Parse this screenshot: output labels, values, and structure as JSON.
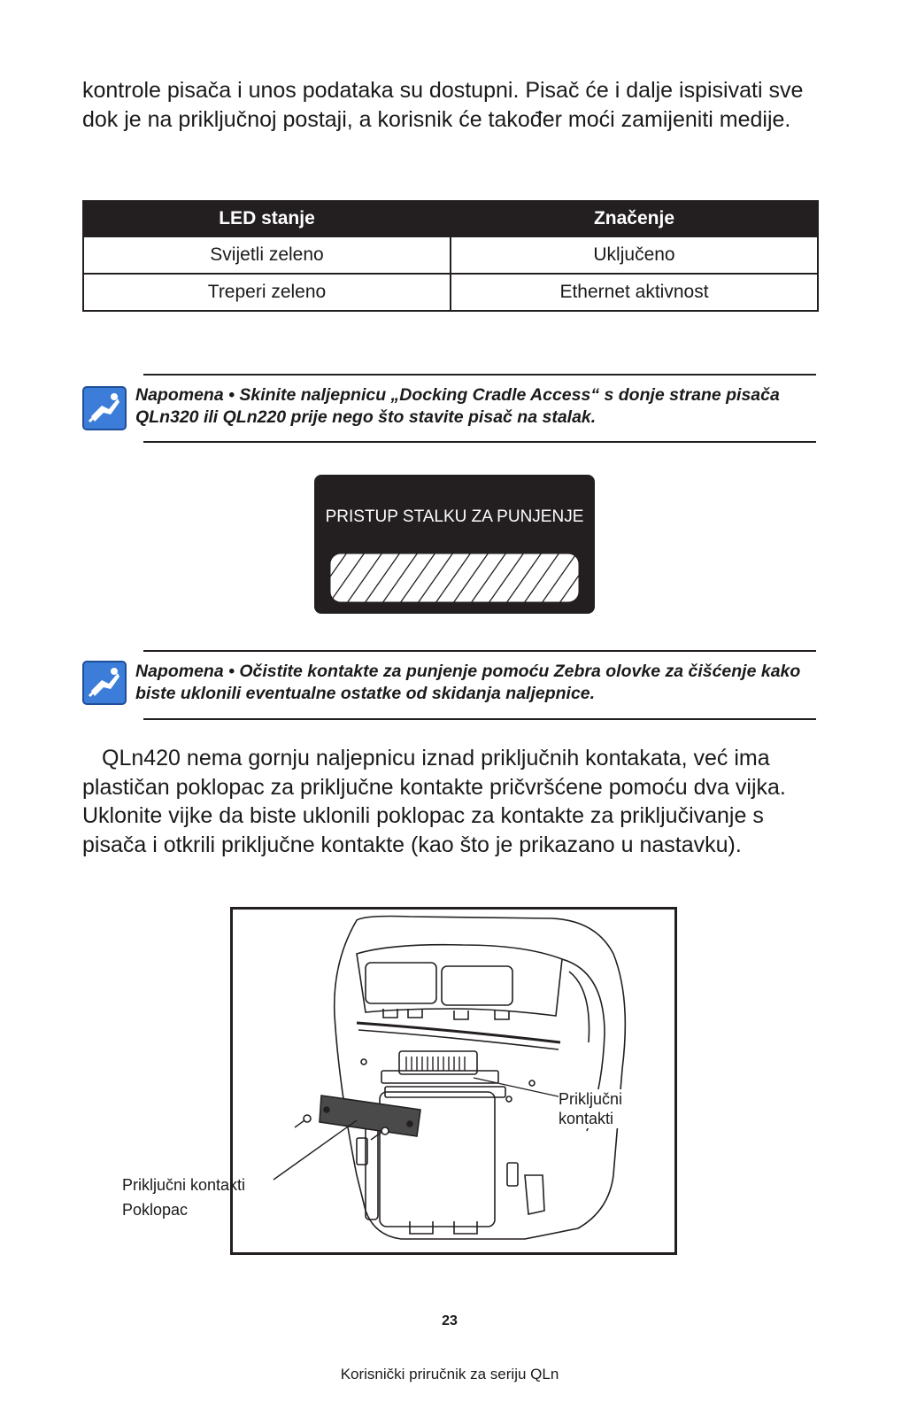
{
  "intro_text": "kontrole pisača i unos podataka su dostupni. Pisač će i dalje ispisivati sve dok je na priključnoj postaji, a korisnik će također moći zamijeniti medije.",
  "led_table": {
    "headers": [
      "LED stanje",
      "Značenje"
    ],
    "rows": [
      [
        "Svijetli zeleno",
        "Uključeno"
      ],
      [
        "Treperi zeleno",
        "Ethernet aktivnost"
      ]
    ]
  },
  "note1": {
    "icon": "note-hand-icon",
    "text": "Napomena • Skinite naljepnicu „Docking Cradle Access“ s donje strane pisača QLn320 ili QLn220 prije nego što stavite pisač na stalak."
  },
  "sticker": {
    "label": "PRISTUP STALKU ZA PUNJENJE"
  },
  "note2": {
    "icon": "note-hand-icon",
    "text": "Napomena • Očistite kontakte za punjenje pomoću Zebra olovke za čišćenje kako biste uklonili eventualne ostatke od skidanja naljepnice."
  },
  "paragraph": "QLn420 nema gornju naljepnicu iznad priključnih kontakata, već ima plastičan poklopac za priključne kontakte pričvršćene pomoću dva vijka. Uklonite vijke da biste uklonili poklopac za kontakte za priključivanje s pisača i otkrili priključne kontakte (kao što je prikazano u nastavku).",
  "figure": {
    "callout_contacts": "Priključni kontakti",
    "callout_cover_line1": "Priključni kontakti",
    "callout_cover_line2": "Poklopac"
  },
  "page_number": "23",
  "footer": "Korisnički priručnik za seriju QLn"
}
